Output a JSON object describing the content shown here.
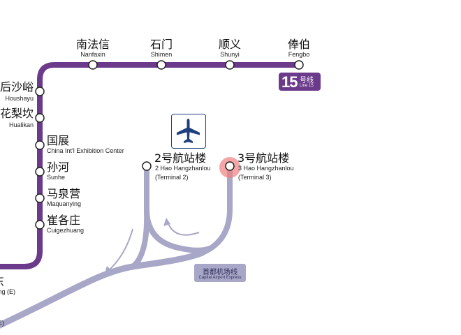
{
  "colors": {
    "line15": "#6b3a8b",
    "airport_express": "#a9a7c7",
    "station_fill": "#ffffff",
    "station_stroke": "#222222",
    "highlight": "#f08080",
    "airport_icon": "#1f3f7f"
  },
  "line15_badge": {
    "number": "15",
    "name_zh": "号线",
    "name_en": "Line 15"
  },
  "airport_express_badge": {
    "name_zh": "首都机场线",
    "name_en": "Capital Airport Express"
  },
  "airport_icon": {
    "icon": "airplane-icon"
  },
  "stations_top": [
    {
      "zh": "南法信",
      "en": "Nanfaxin"
    },
    {
      "zh": "石门",
      "en": "Shimen"
    },
    {
      "zh": "顺义",
      "en": "Shunyi"
    },
    {
      "zh": "俸伯",
      "en": "Fengbo"
    }
  ],
  "stations_left": [
    {
      "zh": "后沙峪",
      "en": "Houshayu"
    },
    {
      "zh": "花梨坎",
      "en": "Hualikan"
    },
    {
      "zh": "国展",
      "en": "China Int'l Exhibition Center"
    },
    {
      "zh": "孙河",
      "en": "Sunhe"
    },
    {
      "zh": "马泉营",
      "en": "Maquanying"
    },
    {
      "zh": "崔各庄",
      "en": "Cuigezhuang"
    }
  ],
  "terminal2": {
    "zh": "2号航站楼",
    "en": "2 Hao Hangzhanlou",
    "en2": "(Terminal 2)"
  },
  "terminal3": {
    "zh": "3号航站楼",
    "en": "3 Hao Hangzhanlou",
    "en2": "(Terminal 3)",
    "highlighted": true
  },
  "cut_off": {
    "zh": "东",
    "en": "ng (E)",
    "en_bottom": "E)"
  }
}
